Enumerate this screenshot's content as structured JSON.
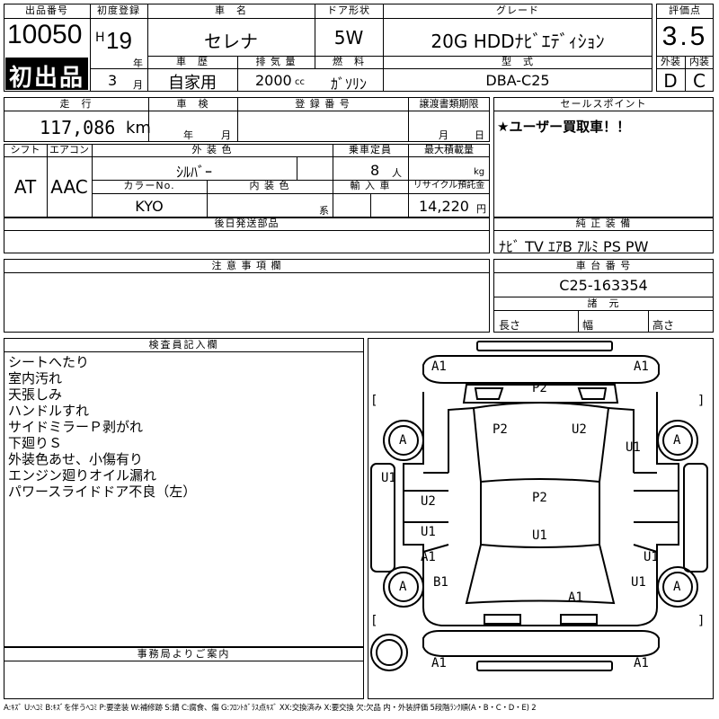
{
  "header": {
    "lot_number_label": "出品番号",
    "lot_number": "10050",
    "first_listing_badge": "初出品",
    "first_registration_label": "初度登録",
    "era": "H",
    "year": "19",
    "year_unit": "年",
    "month": "3",
    "month_unit": "月",
    "car_name_label": "車　名",
    "car_name": "セレナ",
    "door_label": "ドア形状",
    "door": "5W",
    "grade_label": "グレード",
    "grade": "20G HDDﾅﾋﾞｴﾃﾞｨｼｮﾝ",
    "score_label": "評価点",
    "score": "3.5",
    "history_label": "車　歴",
    "history": "自家用",
    "displacement_label": "排 気 量",
    "displacement": "2000",
    "displacement_unit": "cc",
    "fuel_label": "燃　料",
    "fuel": "ｶﾞｿﾘﾝ",
    "model_label": "型　式",
    "model": "DBA-C25",
    "exterior_label": "外装",
    "exterior_grade": "D",
    "interior_label": "内装",
    "interior_grade": "C"
  },
  "row2": {
    "mileage_label": "走　行",
    "mileage": "117,086",
    "mileage_unit": "km",
    "inspection_label": "車　検",
    "inspection_year_unit": "年",
    "inspection_month_unit": "月",
    "registration_label": "登 録 番 号",
    "transfer_label": "譲渡書類期限",
    "transfer_month_unit": "月",
    "transfer_day_unit": "日",
    "sales_point_label": "セールスポイント",
    "sales_point": "★ユーザー買取車！！"
  },
  "row3": {
    "shift_label": "シフト",
    "shift": "AT",
    "aircon_label": "エアコン",
    "aircon": "AAC",
    "color_label": "外 装 色",
    "color": "ｼﾙﾊﾞｰ",
    "capacity_label": "乗車定員",
    "capacity": "8",
    "capacity_unit": "人",
    "load_label": "最大積載量",
    "load_unit": "kg",
    "color_no_label": "カラーNo.",
    "color_no": "KYO",
    "interior_color_label": "内 装 色",
    "interior_color_unit": "系",
    "import_label": "輸 入 車",
    "recycle_label": "リサイクル預託金",
    "recycle": "14,220",
    "recycle_unit": "円"
  },
  "parts": {
    "later_parts_label": "後日発送部品",
    "genuine_label": "純 正 装 備",
    "genuine": "ﾅﾋﾞ TV ｴｱB ｱﾙﾐ PS PW"
  },
  "notes": {
    "caution_label": "注 意 事 項 欄",
    "chassis_label": "車 台 番 号",
    "chassis": "C25-163354",
    "dims_label": "諸　元",
    "length_label": "長さ",
    "width_label": "幅",
    "height_label": "高さ"
  },
  "inspector": {
    "label": "検査員記入欄",
    "lines": [
      "シートへたり",
      "室内汚れ",
      "天張しみ",
      "ハンドルすれ",
      "サイドミラーＰ剥がれ",
      "下廻りＳ",
      "外装色あせ、小傷有り",
      "エンジン廻りオイル漏れ",
      "パワースライドドア不良（左）"
    ]
  },
  "office": {
    "label": "事務局よりご案内"
  },
  "diagram": {
    "marks": [
      "A1",
      "A1",
      "P2",
      "P2",
      "U2",
      "A",
      "A",
      "U1",
      "U1",
      "U2",
      "P2",
      "U1",
      "U1",
      "A1",
      "U1",
      "A",
      "A",
      "B1",
      "U1",
      "A1",
      "A1",
      "A1"
    ],
    "brackets": [
      "[",
      "]",
      "[",
      "]"
    ]
  },
  "legend": "A:ｷｽﾞ U:ﾍｺﾐ B:ｷｽﾞを伴うﾍｺﾐ P:要塗装 W:補修跡 S:錆 C:腐食、傷 G:ﾌﾛﾝﾄｶﾞﾗｽ点ｷｽﾞ XX:交換済み X:要交換 欠:欠品 内・外装評価 5段階ﾗﾝｸ順(A・B・C・D・E) 2"
}
